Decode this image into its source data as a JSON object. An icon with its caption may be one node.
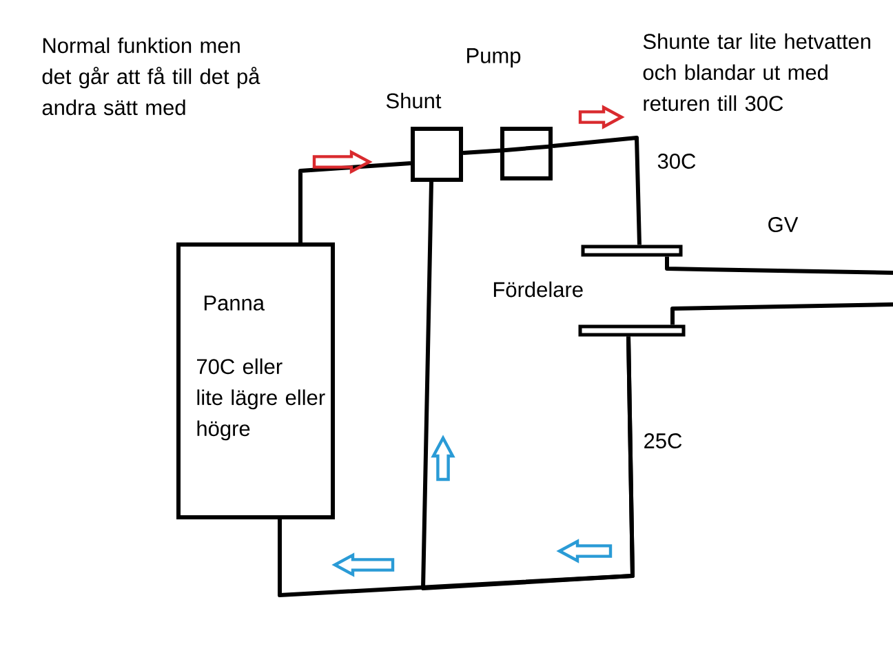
{
  "diagram": {
    "nodes": [
      {
        "text": [
          "Shunt"
        ]
      },
      {
        "text": [
          "Pump"
        ]
      },
      {
        "text": [
          "Panna",
          "70C eller lite lägre eller högre"
        ]
      },
      {
        "text": [],
        "shape": "bar"
      },
      {
        "text": [],
        "shape": "bar"
      }
    ],
    "edges": [
      {
        "from": 2,
        "to": 0,
        "arrow": "none"
      },
      {
        "from": 0,
        "to": 1,
        "arrow": "none"
      },
      {
        "from": 1,
        "to": 3,
        "arrow": "none",
        "label": "30C"
      },
      {
        "from": 3,
        "to": null,
        "arrow": "none"
      },
      {
        "from": null,
        "to": 4,
        "arrow": "none"
      },
      {
        "from": 4,
        "to": 2,
        "arrow": "none",
        "label": "25C"
      },
      {
        "from": 4,
        "to": 0,
        "arrow": "none"
      }
    ],
    "labels": [
      "Normal funktion men det går att få till det på andra sätt med",
      "Shunte tar lite hetvatten och blandar ut med returen till 30C",
      "GV",
      "Fördelare"
    ]
  }
}
